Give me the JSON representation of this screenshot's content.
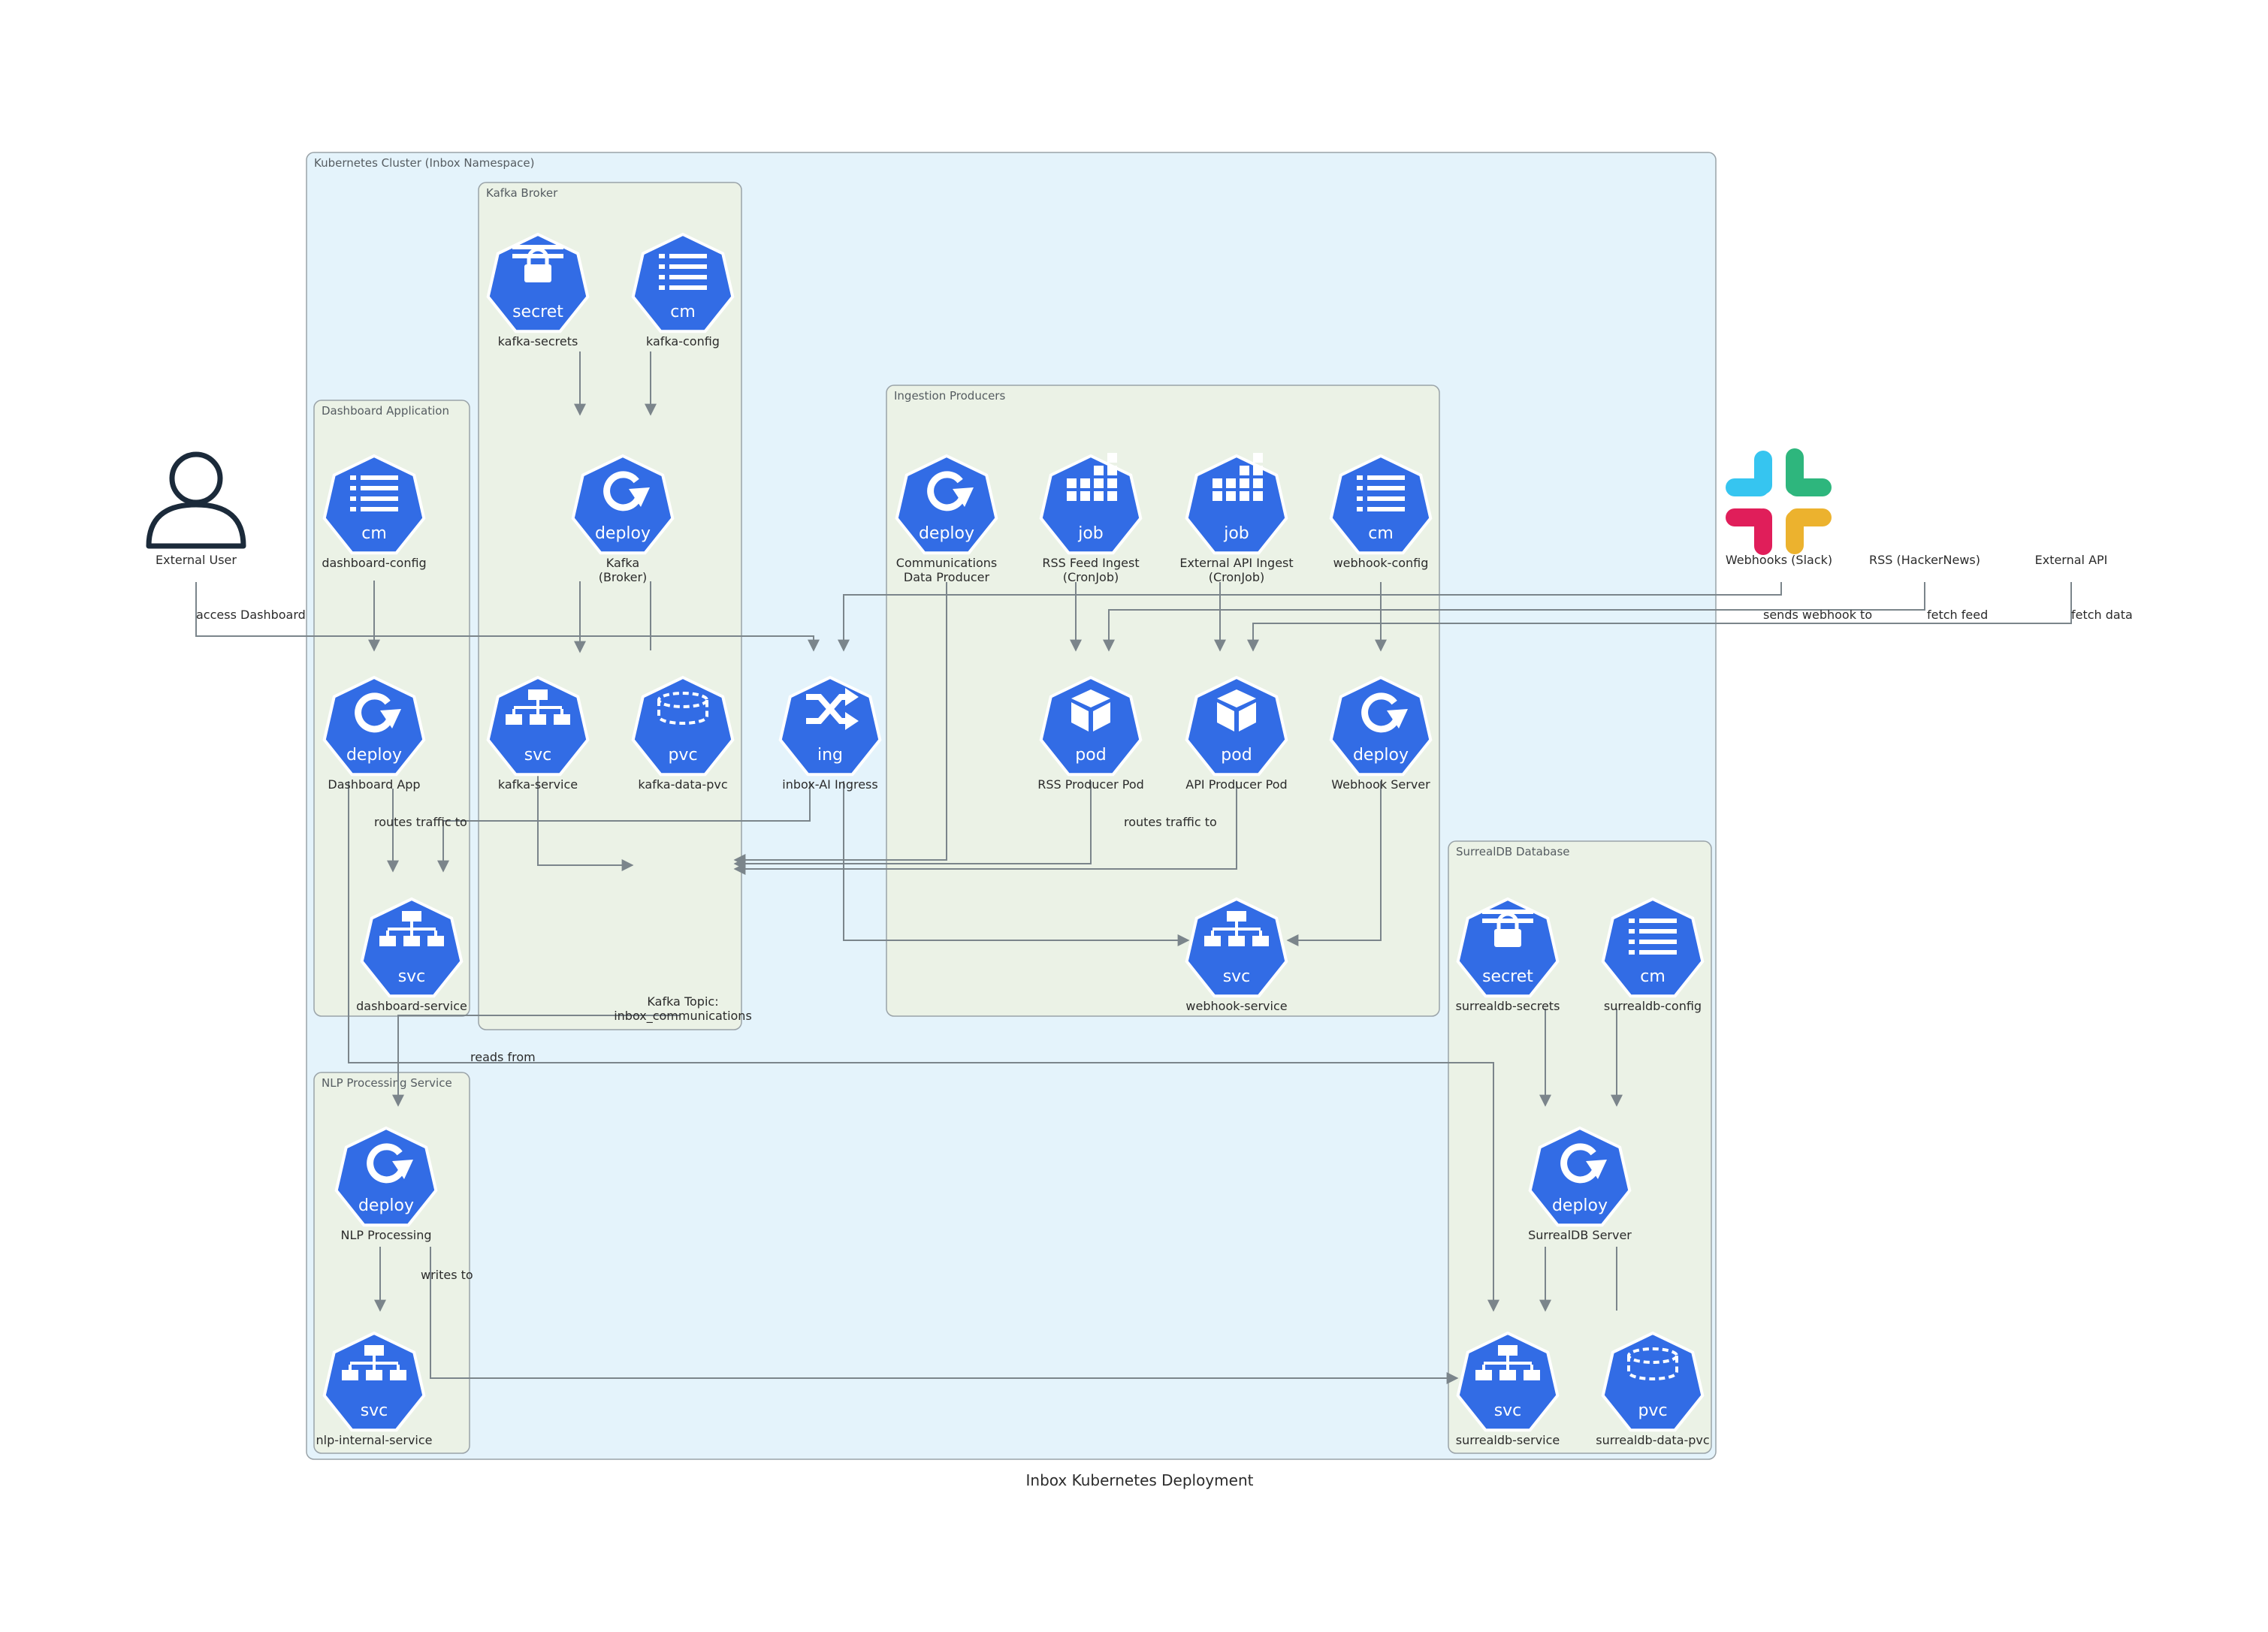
{
  "title": "Inbox Kubernetes Deployment",
  "clusters": {
    "k8s": "Kubernetes Cluster (Inbox Namespace)",
    "kafka": "Kafka Broker",
    "dashboard": "Dashboard Application",
    "ingestion": "Ingestion Producers",
    "surreal": "SurrealDB Database",
    "nlp": "NLP Processing Service"
  },
  "nodes": {
    "external_user": {
      "label": "External User"
    },
    "kafka_secrets": {
      "kind": "secret",
      "label": "kafka-secrets"
    },
    "kafka_config": {
      "kind": "cm",
      "label": "kafka-config"
    },
    "kafka_broker": {
      "kind": "deploy",
      "label": [
        "Kafka",
        "(Broker)"
      ]
    },
    "kafka_service": {
      "kind": "svc",
      "label": "kafka-service"
    },
    "kafka_pvc": {
      "kind": "pvc",
      "label": "kafka-data-pvc"
    },
    "kafka_topic": {
      "label": [
        "Kafka Topic:",
        "inbox_communications"
      ]
    },
    "dashboard_config": {
      "kind": "cm",
      "label": "dashboard-config"
    },
    "dashboard_app": {
      "kind": "deploy",
      "label": "Dashboard App"
    },
    "dashboard_service": {
      "kind": "svc",
      "label": "dashboard-service"
    },
    "ingress": {
      "kind": "ing",
      "label": "inbox-AI Ingress"
    },
    "comm_producer": {
      "kind": "deploy",
      "label": [
        "Communications",
        "Data Producer"
      ]
    },
    "rss_ingest": {
      "kind": "job",
      "label": [
        "RSS Feed Ingest",
        "(CronJob)"
      ]
    },
    "api_ingest": {
      "kind": "job",
      "label": [
        "External API Ingest",
        "(CronJob)"
      ]
    },
    "webhook_config": {
      "kind": "cm",
      "label": "webhook-config"
    },
    "rss_pod": {
      "kind": "pod",
      "label": "RSS Producer Pod"
    },
    "api_pod": {
      "kind": "pod",
      "label": "API Producer Pod"
    },
    "webhook_server": {
      "kind": "deploy",
      "label": "Webhook Server"
    },
    "webhook_service": {
      "kind": "svc",
      "label": "webhook-service"
    },
    "surreal_secrets": {
      "kind": "secret",
      "label": "surrealdb-secrets"
    },
    "surreal_config": {
      "kind": "cm",
      "label": "surrealdb-config"
    },
    "surreal_server": {
      "kind": "deploy",
      "label": "SurrealDB Server"
    },
    "surreal_service": {
      "kind": "svc",
      "label": "surrealdb-service"
    },
    "surreal_pvc": {
      "kind": "pvc",
      "label": "surrealdb-data-pvc"
    },
    "nlp_processing": {
      "kind": "deploy",
      "label": "NLP Processing"
    },
    "nlp_service": {
      "kind": "svc",
      "label": "nlp-internal-service"
    },
    "webhooks_slack": {
      "label": "Webhooks (Slack)"
    },
    "rss_hn": {
      "label": "RSS (HackerNews)"
    },
    "external_api": {
      "label": "External API"
    }
  },
  "edge_labels": {
    "access_dashboard": "access Dashboard",
    "sends_webhook": "sends webhook to",
    "fetch_feed": "fetch feed",
    "fetch_data": "fetch data",
    "routes_traffic_1": "routes traffic to",
    "routes_traffic_2": "routes traffic to",
    "reads_from": "reads from",
    "writes_to": "writes to"
  },
  "colors": {
    "k8s_blue": "#326ce5",
    "cluster_bg": "#e4f3fb",
    "group_bg": "#ebf2e6",
    "edge": "#7b858b",
    "slack_blue": "#36c5f0",
    "slack_green": "#2eb67d",
    "slack_red": "#e01e5a",
    "slack_yellow": "#ecb22e"
  }
}
